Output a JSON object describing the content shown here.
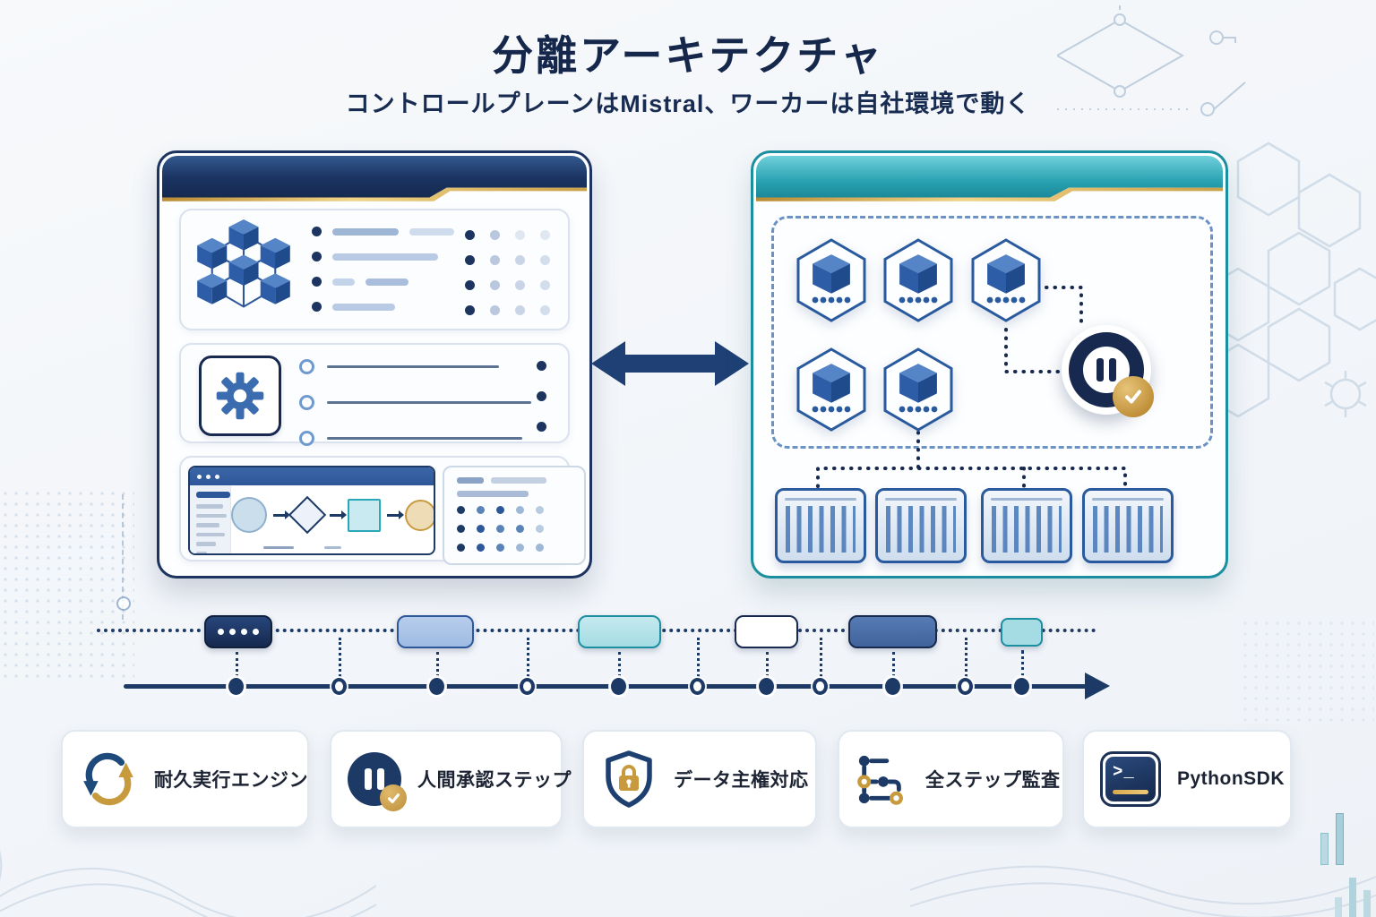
{
  "header": {
    "title": "分離アーキテクチャ",
    "subtitle": "コントロールプレーンはMistral、ワーカーは自社環境で動く"
  },
  "diagram": {
    "left_panel": "control-plane-dashboard",
    "right_panel": "self-hosted-worker-environment",
    "connection": "bidirectional-arrow",
    "worker_hexagon_count": 5,
    "container_count": 4,
    "approval_badge": "pause-with-gold-check"
  },
  "timeline": {
    "pill_styles": [
      "navy-4dots",
      "periwinkle",
      "light-teal",
      "white-outline",
      "medium-blue",
      "small-teal"
    ],
    "node_pattern": [
      "filled",
      "hollow",
      "filled",
      "hollow",
      "filled",
      "hollow",
      "filled",
      "hollow",
      "filled",
      "hollow",
      "filled"
    ]
  },
  "features": [
    {
      "icon": "cycle-arrows-icon",
      "label": "耐久実行エンジン"
    },
    {
      "icon": "pause-check-icon",
      "label": "人間承認ステップ"
    },
    {
      "icon": "shield-lock-icon",
      "label": "データ主権対応"
    },
    {
      "icon": "audit-steps-icon",
      "label": "全ステップ監査"
    },
    {
      "icon": "terminal-icon",
      "label": "PythonSDK"
    }
  ],
  "colors": {
    "navy": "#16294e",
    "blue": "#2e5799",
    "teal": "#1b8fa0",
    "gold": "#c89a3e",
    "background": "#f3f6f9"
  }
}
